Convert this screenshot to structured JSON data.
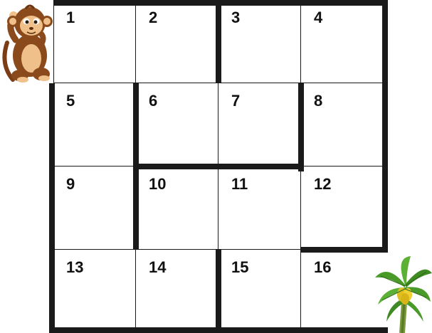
{
  "maze": {
    "cells": [
      {
        "label": "1"
      },
      {
        "label": "2"
      },
      {
        "label": "3"
      },
      {
        "label": "4"
      },
      {
        "label": "5"
      },
      {
        "label": "6"
      },
      {
        "label": "7"
      },
      {
        "label": "8"
      },
      {
        "label": "9"
      },
      {
        "label": "10"
      },
      {
        "label": "11"
      },
      {
        "label": "12"
      },
      {
        "label": "13"
      },
      {
        "label": "14"
      },
      {
        "label": "15"
      },
      {
        "label": "16"
      }
    ]
  },
  "characters": {
    "start": {
      "icon": "monkey-icon"
    },
    "goal": {
      "icon": "banana-tree-icon"
    }
  },
  "colors": {
    "wall": "#1a1a1a",
    "cell_background": "#ffffff",
    "text": "#111111"
  }
}
